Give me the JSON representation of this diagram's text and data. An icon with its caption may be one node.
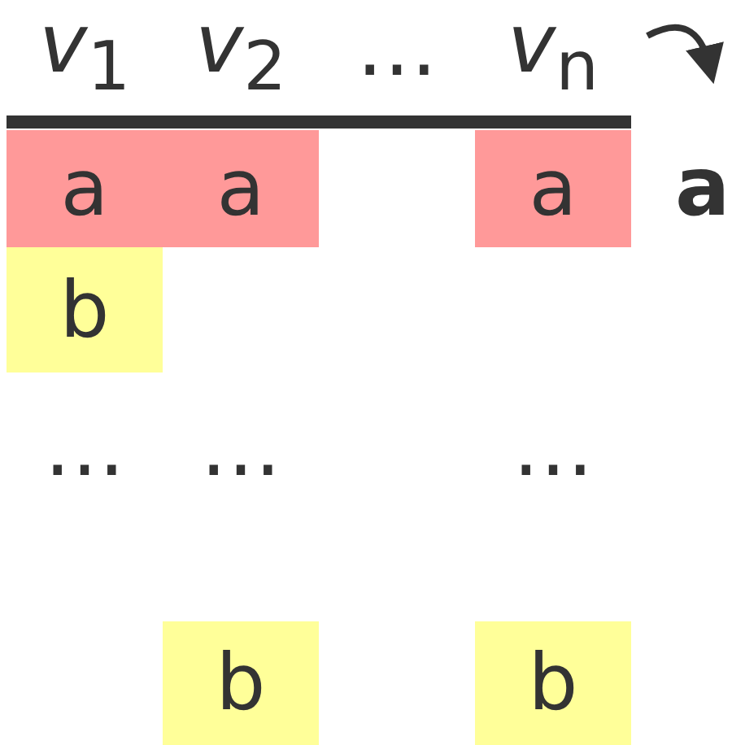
{
  "diagram": {
    "nodes": [
      {
        "text": [
          "a"
        ]
      },
      {
        "text": [
          "a"
        ]
      },
      {
        "text": [
          "a"
        ]
      },
      {
        "text": [
          "b"
        ]
      },
      {
        "text": [
          "b"
        ]
      },
      {
        "text": [
          "b"
        ]
      }
    ],
    "labels": [
      "*v*$_{1}$",
      "*v*$_{2}$",
      "…",
      "*v*$_{n}$",
      "a",
      "…",
      "…",
      "…"
    ]
  }
}
